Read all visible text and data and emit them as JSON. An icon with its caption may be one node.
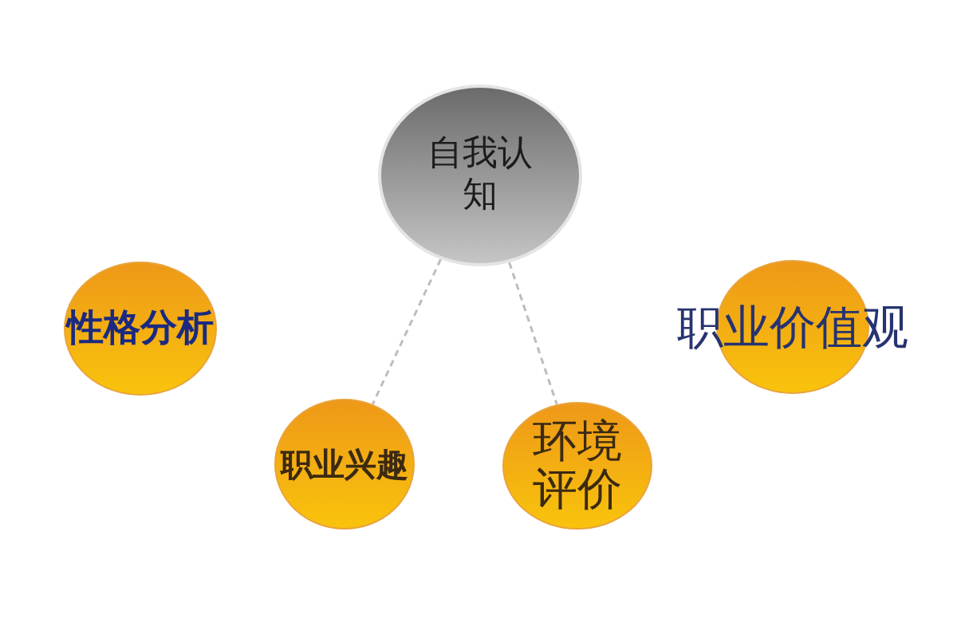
{
  "diagram": {
    "nodes": [
      {
        "text": [
          "自我认知"
        ]
      },
      {
        "text": [
          "性格分析"
        ]
      },
      {
        "text": [
          "职业价值观"
        ]
      },
      {
        "text": [
          "职业兴趣"
        ]
      },
      {
        "text": [
          "环境评价"
        ]
      }
    ],
    "edges": [
      {
        "from": 0,
        "to": 3,
        "arrow": "none",
        "style": "dashed"
      },
      {
        "from": 0,
        "to": 4,
        "arrow": "none",
        "style": "dashed"
      }
    ]
  }
}
